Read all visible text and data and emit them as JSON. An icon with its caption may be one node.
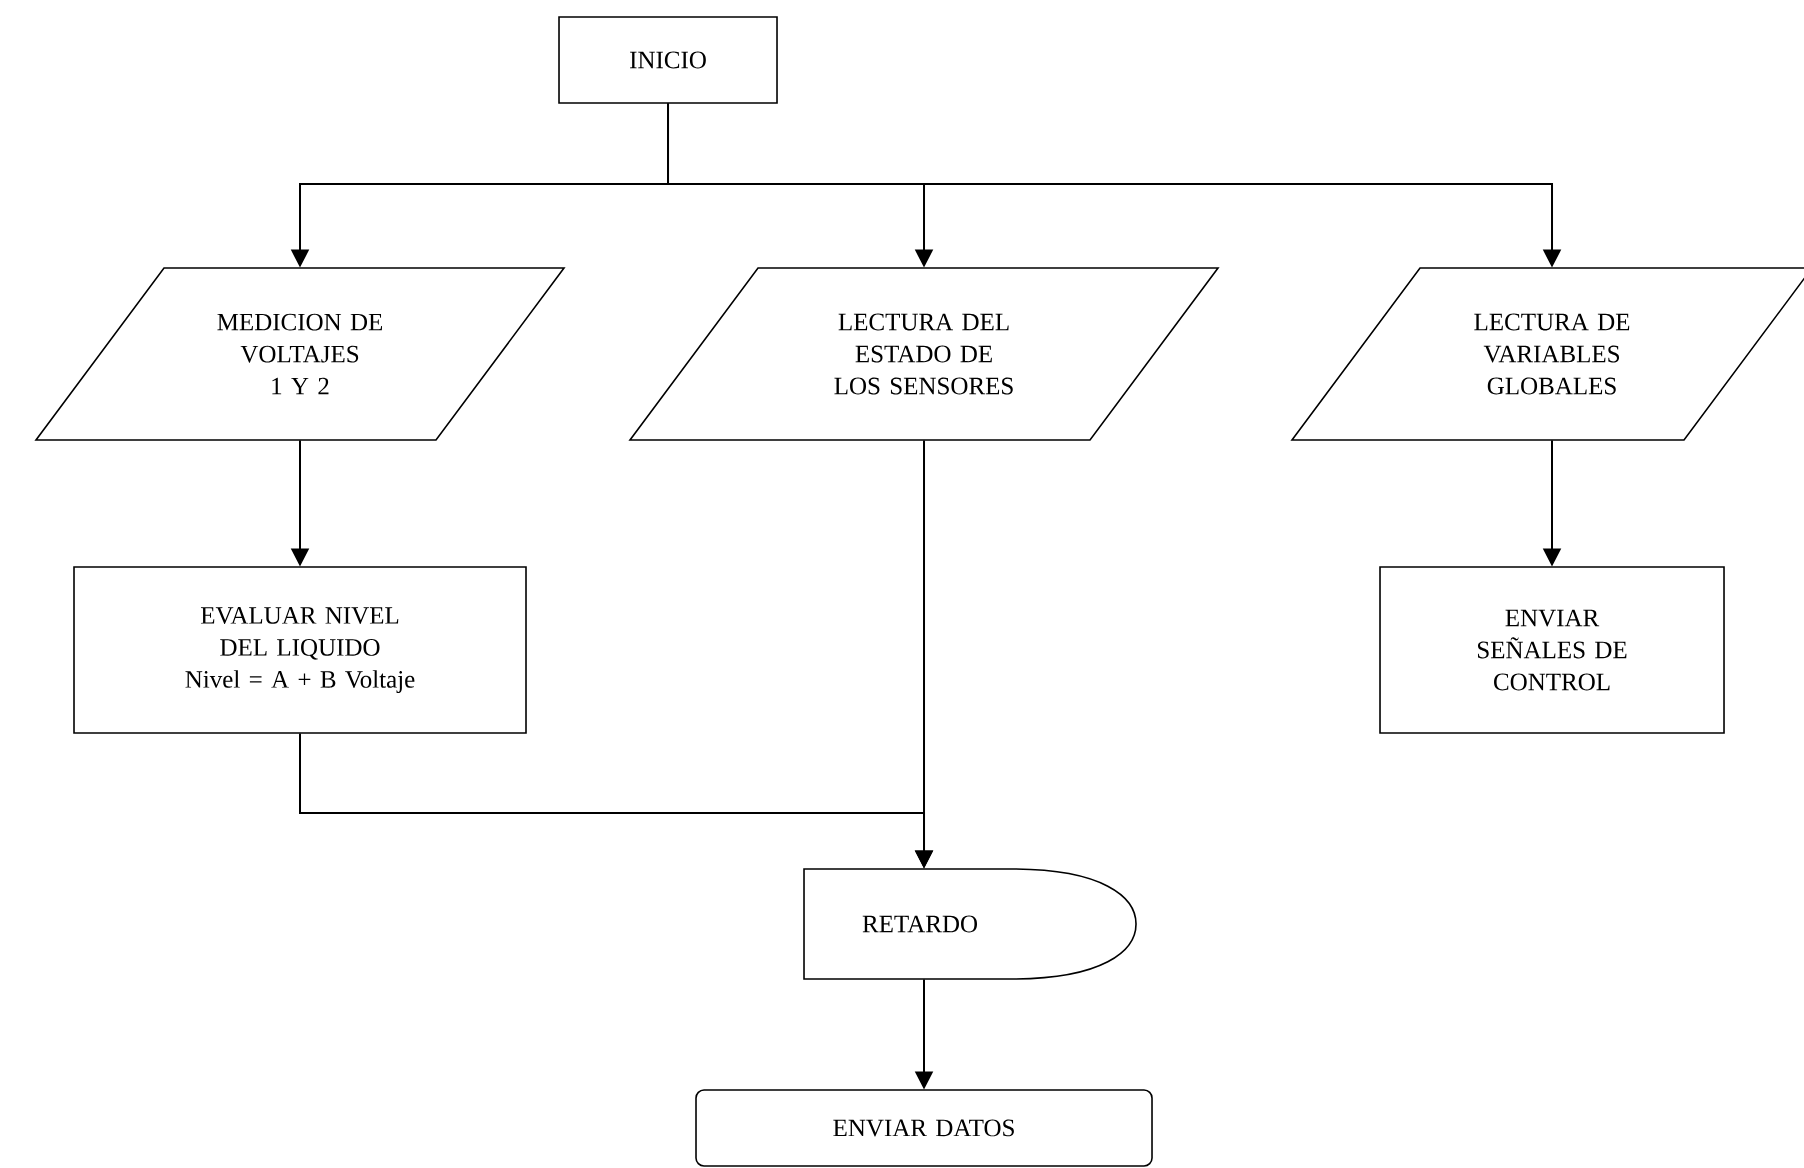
{
  "diagram": {
    "nodes": [
      {
        "text": [
          "INICIO"
        ]
      },
      {
        "text": [
          "MEDICION DE VOLTAJES 1 Y 2"
        ]
      },
      {
        "text": [
          "LECTURA DEL ESTADO DE LOS SENSORES"
        ]
      },
      {
        "text": [
          "LECTURA DE VARIABLES GLOBALES"
        ]
      },
      {
        "text": [
          "EVALUAR NIVEL DEL LIQUIDO",
          "Nivel = A + B Voltaje"
        ]
      },
      {
        "text": [
          "ENVIAR SEÑALES DE CONTROL"
        ]
      },
      {
        "text": [
          "RETARDO"
        ]
      },
      {
        "text": [
          "ENVIAR DATOS"
        ]
      }
    ],
    "edges": [
      {
        "from": 0,
        "to": 1,
        "arrow": "to"
      },
      {
        "from": 0,
        "to": 2,
        "arrow": "to"
      },
      {
        "from": 0,
        "to": 3,
        "arrow": "to"
      },
      {
        "from": 1,
        "to": 4,
        "arrow": "to"
      },
      {
        "from": 3,
        "to": 5,
        "arrow": "to"
      },
      {
        "from": 4,
        "to": 6,
        "arrow": "to"
      },
      {
        "from": 2,
        "to": 6,
        "arrow": "to"
      },
      {
        "from": 6,
        "to": 7,
        "arrow": "to"
      }
    ]
  }
}
